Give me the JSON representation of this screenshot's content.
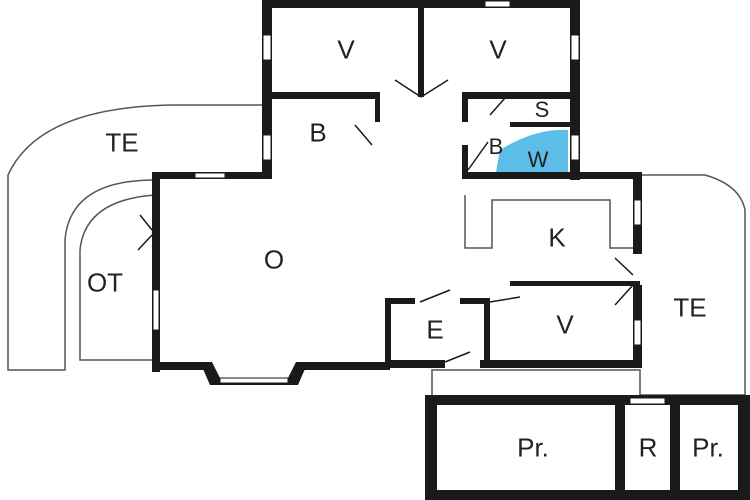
{
  "title": "Floor plan",
  "rooms": [
    {
      "id": "v1",
      "label": "V"
    },
    {
      "id": "v2",
      "label": "V"
    },
    {
      "id": "b1",
      "label": "B"
    },
    {
      "id": "s",
      "label": "S"
    },
    {
      "id": "b2",
      "label": "B"
    },
    {
      "id": "w",
      "label": "W"
    },
    {
      "id": "te1",
      "label": "TE"
    },
    {
      "id": "o",
      "label": "O"
    },
    {
      "id": "ot",
      "label": "OT"
    },
    {
      "id": "k",
      "label": "K"
    },
    {
      "id": "e",
      "label": "E"
    },
    {
      "id": "v3",
      "label": "V"
    },
    {
      "id": "te2",
      "label": "TE"
    },
    {
      "id": "pr1",
      "label": "Pr."
    },
    {
      "id": "r",
      "label": "R"
    },
    {
      "id": "pr2",
      "label": "Pr."
    }
  ],
  "colors": {
    "wall": "#1a1a1a",
    "shower": "#5bbde8",
    "outline": "#555555"
  }
}
